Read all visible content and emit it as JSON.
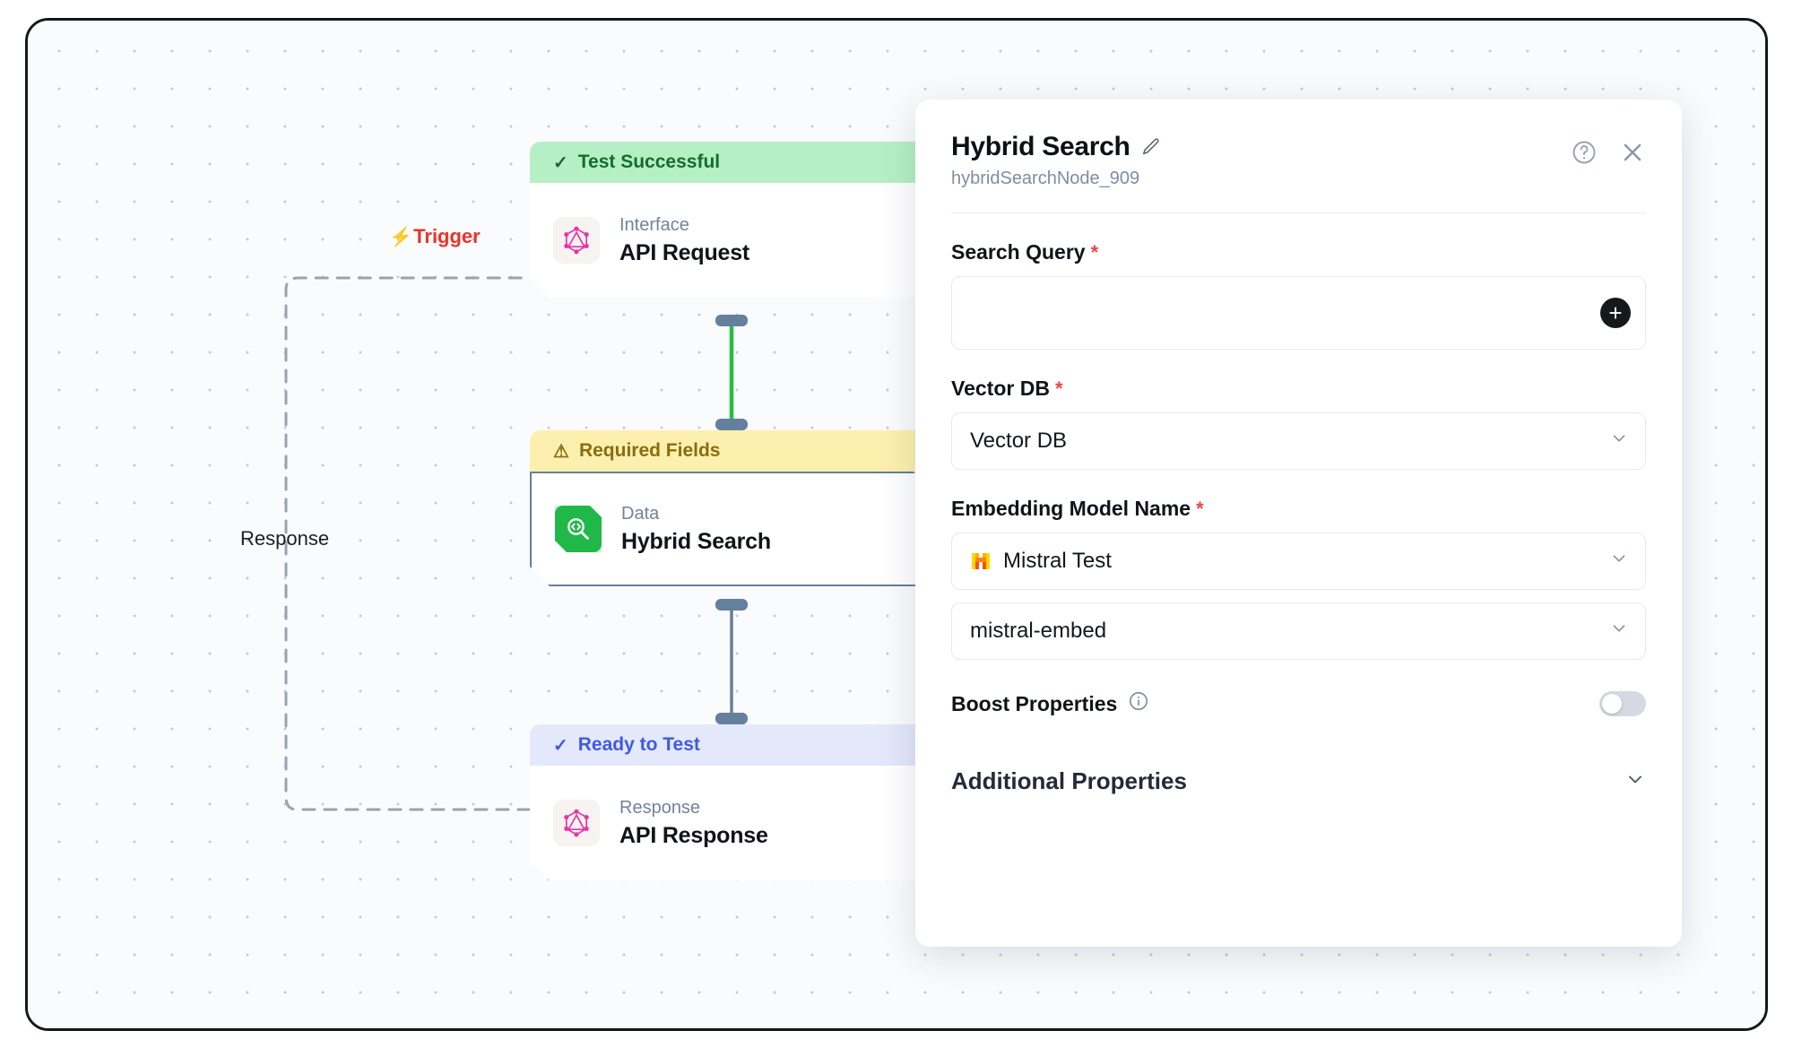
{
  "canvas": {
    "edge_labels": {
      "trigger": "Trigger",
      "trigger_icon": "lightning-bolt-icon",
      "response": "Response"
    },
    "nodes": [
      {
        "status": "Test Successful",
        "status_type": "success",
        "status_icon": "check-icon",
        "kind": "Interface",
        "title": "API Request",
        "icon": "graphql-icon"
      },
      {
        "status": "Required Fields",
        "status_type": "warn",
        "status_icon": "warning-triangle-icon",
        "kind": "Data",
        "title": "Hybrid Search",
        "icon": "hybrid-search-icon"
      },
      {
        "status": "Ready to Test",
        "status_type": "ready",
        "status_icon": "check-icon",
        "kind": "Response",
        "title": "API Response",
        "icon": "graphql-icon"
      }
    ]
  },
  "panel": {
    "title": "Hybrid Search",
    "edit_icon": "pencil-icon",
    "subtitle": "hybridSearchNode_909",
    "help_icon": "help-circle-icon",
    "close_icon": "close-icon",
    "fields": {
      "search_query": {
        "label": "Search Query",
        "required": "*",
        "value": "",
        "placeholder": "",
        "add_label": "+"
      },
      "vector_db": {
        "label": "Vector DB",
        "required": "*",
        "value": "Vector DB"
      },
      "embedding_model_name": {
        "label": "Embedding Model Name",
        "required": "*",
        "connection_value": "Mistral Test",
        "connection_icon": "mistral-logo-icon",
        "model_value": "mistral-embed"
      },
      "boost_properties": {
        "label": "Boost Properties",
        "info_icon": "info-circle-icon",
        "enabled": false
      },
      "additional_properties": {
        "label": "Additional Properties",
        "chevron_icon": "chevron-down-icon",
        "expanded": false
      }
    }
  },
  "colors": {
    "success": "#146c2e",
    "warn": "#8a6d10",
    "ready": "#3f5ae0",
    "trigger": "#e8342a",
    "required": "#ef4444",
    "edge_active": "#22c03f",
    "edge_idle": "#64809c"
  }
}
